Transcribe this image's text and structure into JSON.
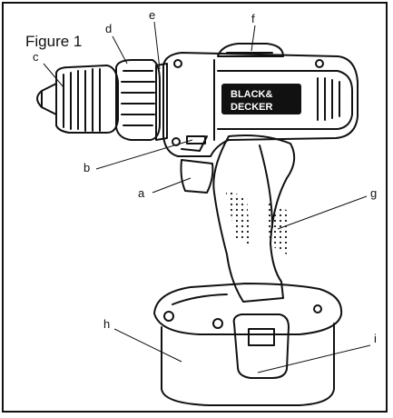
{
  "figure": {
    "title": "Figure 1",
    "labels": {
      "a": "a",
      "b": "b",
      "c": "c",
      "d": "d",
      "e": "e",
      "f": "f",
      "g": "g",
      "h": "h",
      "i": "i"
    },
    "brand": {
      "line1": "BLACK&",
      "line2": "DECKER"
    }
  }
}
